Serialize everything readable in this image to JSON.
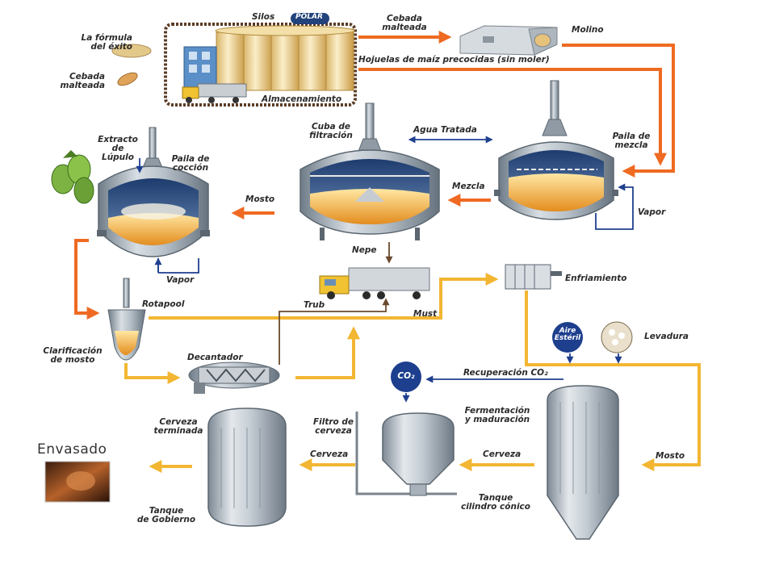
{
  "labels": {
    "silos": "Silos",
    "polar": "POLAR",
    "formula_line1": "La fórmula",
    "formula_line2": "del éxito",
    "cebada_left_line1": "Cebada",
    "cebada_left_line2": "malteada",
    "almacenamiento": "Almacenamiento",
    "cebada_top_line1": "Cebada",
    "cebada_top_line2": "malteada",
    "molino": "Molino",
    "hojuelas": "Hojuelas de maíz precocidas (sin moler)",
    "extracto_line1": "Extracto",
    "extracto_line2": "de",
    "extracto_line3": "Lúpulo",
    "paila_coccion_line1": "Paila de",
    "paila_coccion_line2": "cocción",
    "cuba_line1": "Cuba de",
    "cuba_line2": "filtración",
    "agua_tratada": "Agua Tratada",
    "paila_mezcla_line1": "Paila de",
    "paila_mezcla_line2": "mezcla",
    "mosto_top": "Mosto",
    "mezcla": "Mezcla",
    "vapor_left": "Vapor",
    "vapor_right": "Vapor",
    "nepe": "Nepe",
    "enfriamiento": "Enfriamiento",
    "rotapool": "Rotapool",
    "trub": "Trub",
    "must": "Must",
    "clarificacion_line1": "Clarificación",
    "clarificacion_line2": "de mosto",
    "decantador": "Decantador",
    "aire_line1": "Aire",
    "aire_line2": "Estéril",
    "levadura": "Levadura",
    "co2": "CO₂",
    "recuperacion": "Recuperación CO₂",
    "fermentacion_line1": "Fermentación",
    "fermentacion_line2": "y maduración",
    "cerveza_terminada_line1": "Cerveza",
    "cerveza_terminada_line2": "terminada",
    "filtro_line1": "Filtro de",
    "filtro_line2": "cerveza",
    "envasado": "Envasado",
    "cerveza_mid": "Cerveza",
    "cerveza_right": "Cerveza",
    "mosto_bottom": "Mosto",
    "tanque_gobierno_line1": "Tanque",
    "tanque_gobierno_line2": "de Gobierno",
    "tanque_conico_line1": "Tanque",
    "tanque_conico_line2": "cilindro cónico"
  },
  "colors": {
    "orange_flow": "#ef6a22",
    "yellow_flow": "#f2b632",
    "blue_flow": "#1f3f8f",
    "brown_flow": "#6b4a2e",
    "vessel_grey": "#8c9aa6",
    "liquid": "#f0a73a"
  }
}
